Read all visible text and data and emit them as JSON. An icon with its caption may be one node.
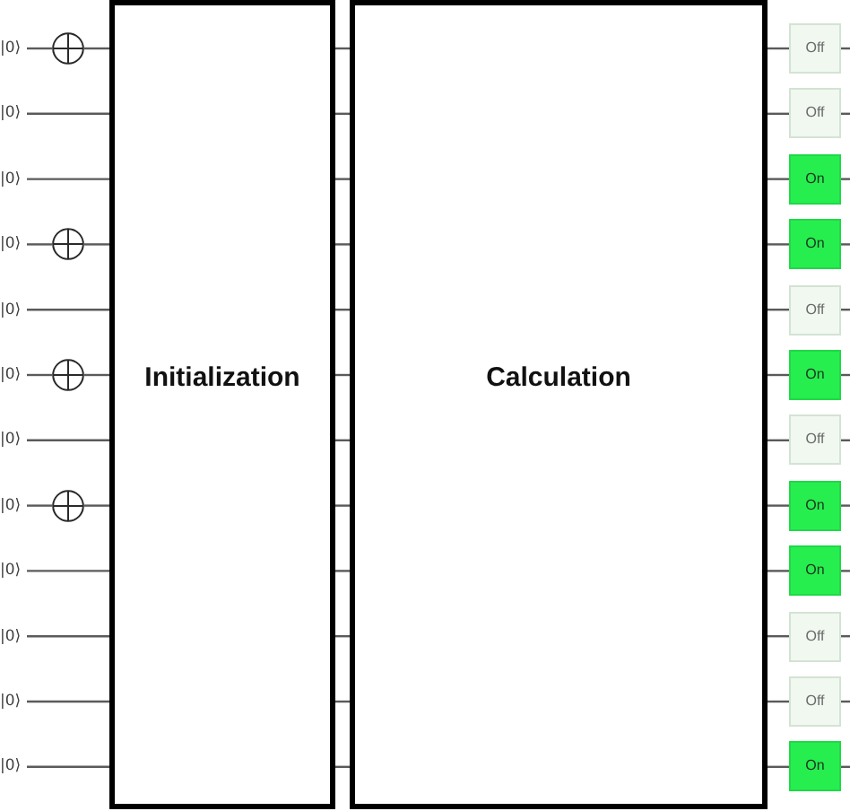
{
  "diagram": {
    "nodes": [
      {
        "text": [
          "|0⟩"
        ]
      },
      {
        "text": [
          "|0⟩"
        ]
      },
      {
        "text": [
          "|0⟩"
        ]
      },
      {
        "text": [
          "|0⟩"
        ]
      },
      {
        "text": [
          "|0⟩"
        ]
      },
      {
        "text": [
          "|0⟩"
        ]
      },
      {
        "text": [
          "|0⟩"
        ]
      },
      {
        "text": [
          "|0⟩"
        ]
      },
      {
        "text": [
          "|0⟩"
        ]
      },
      {
        "text": [
          "|0⟩"
        ]
      },
      {
        "text": [
          "|0⟩"
        ]
      },
      {
        "text": [
          "|0⟩"
        ]
      },
      {
        "text": [],
        "shape": "circle"
      },
      {
        "text": [],
        "shape": "circle"
      },
      {
        "text": [],
        "shape": "circle"
      },
      {
        "text": [],
        "shape": "circle"
      },
      {
        "text": [
          "Initialization"
        ]
      },
      {
        "text": [
          "Calculation"
        ]
      },
      {
        "text": [
          "Off"
        ]
      },
      {
        "text": [
          "Off"
        ]
      },
      {
        "text": [
          "On"
        ]
      },
      {
        "text": [
          "On"
        ]
      },
      {
        "text": [
          "Off"
        ]
      },
      {
        "text": [
          "On"
        ]
      },
      {
        "text": [
          "Off"
        ]
      },
      {
        "text": [
          "On"
        ]
      },
      {
        "text": [
          "On"
        ]
      },
      {
        "text": [
          "Off"
        ]
      },
      {
        "text": [
          "Off"
        ]
      },
      {
        "text": [
          "On"
        ]
      }
    ],
    "edges": [
      {
        "from": 0,
        "to": 12,
        "arrow": "none"
      },
      {
        "from": 12,
        "to": 16,
        "arrow": "none"
      },
      {
        "from": 1,
        "to": 16,
        "arrow": "none"
      },
      {
        "from": 2,
        "to": 16,
        "arrow": "none"
      },
      {
        "from": 3,
        "to": 13,
        "arrow": "none"
      },
      {
        "from": 13,
        "to": 16,
        "arrow": "none"
      },
      {
        "from": 4,
        "to": 16,
        "arrow": "none"
      },
      {
        "from": 5,
        "to": 14,
        "arrow": "none"
      },
      {
        "from": 14,
        "to": 16,
        "arrow": "none"
      },
      {
        "from": 6,
        "to": 16,
        "arrow": "none"
      },
      {
        "from": 7,
        "to": 15,
        "arrow": "none"
      },
      {
        "from": 15,
        "to": 16,
        "arrow": "none"
      },
      {
        "from": 8,
        "to": 16,
        "arrow": "none"
      },
      {
        "from": 9,
        "to": 16,
        "arrow": "none"
      },
      {
        "from": 10,
        "to": 16,
        "arrow": "none"
      },
      {
        "from": 11,
        "to": 16,
        "arrow": "none"
      },
      {
        "from": 16,
        "to": 17,
        "arrow": "none"
      },
      {
        "from": 16,
        "to": 17,
        "arrow": "none"
      },
      {
        "from": 16,
        "to": 17,
        "arrow": "none"
      },
      {
        "from": 16,
        "to": 17,
        "arrow": "none"
      },
      {
        "from": 16,
        "to": 17,
        "arrow": "none"
      },
      {
        "from": 16,
        "to": 17,
        "arrow": "none"
      },
      {
        "from": 16,
        "to": 17,
        "arrow": "none"
      },
      {
        "from": 16,
        "to": 17,
        "arrow": "none"
      },
      {
        "from": 16,
        "to": 17,
        "arrow": "none"
      },
      {
        "from": 16,
        "to": 17,
        "arrow": "none"
      },
      {
        "from": 16,
        "to": 17,
        "arrow": "none"
      },
      {
        "from": 16,
        "to": 17,
        "arrow": "none"
      },
      {
        "from": 17,
        "to": 18,
        "arrow": "none"
      },
      {
        "from": 17,
        "to": 19,
        "arrow": "none"
      },
      {
        "from": 17,
        "to": 20,
        "arrow": "none"
      },
      {
        "from": 17,
        "to": 21,
        "arrow": "none"
      },
      {
        "from": 17,
        "to": 22,
        "arrow": "none"
      },
      {
        "from": 17,
        "to": 23,
        "arrow": "none"
      },
      {
        "from": 17,
        "to": 24,
        "arrow": "none"
      },
      {
        "from": 17,
        "to": 25,
        "arrow": "none"
      },
      {
        "from": 17,
        "to": 26,
        "arrow": "none"
      },
      {
        "from": 17,
        "to": 27,
        "arrow": "none"
      },
      {
        "from": 17,
        "to": 28,
        "arrow": "none"
      },
      {
        "from": 17,
        "to": 29,
        "arrow": "none"
      },
      {
        "from": 18,
        "to": null,
        "arrow": "none"
      },
      {
        "from": 19,
        "to": null,
        "arrow": "none"
      },
      {
        "from": 20,
        "to": null,
        "arrow": "none"
      },
      {
        "from": 21,
        "to": null,
        "arrow": "none"
      },
      {
        "from": 22,
        "to": null,
        "arrow": "none"
      },
      {
        "from": 23,
        "to": null,
        "arrow": "none"
      },
      {
        "from": 24,
        "to": null,
        "arrow": "none"
      },
      {
        "from": 25,
        "to": null,
        "arrow": "none"
      },
      {
        "from": 26,
        "to": null,
        "arrow": "none"
      },
      {
        "from": 27,
        "to": null,
        "arrow": "none"
      },
      {
        "from": 28,
        "to": null,
        "arrow": "none"
      },
      {
        "from": 29,
        "to": null,
        "arrow": "none"
      }
    ]
  }
}
